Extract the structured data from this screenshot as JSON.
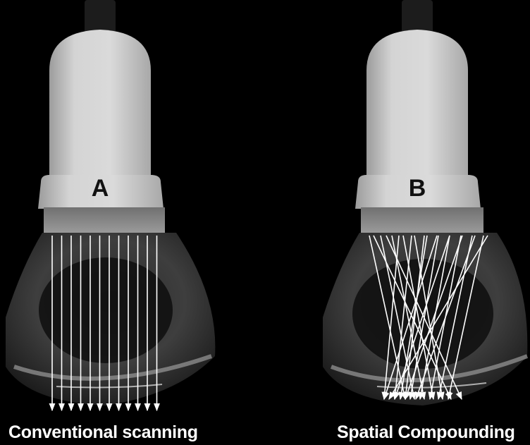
{
  "panels": [
    {
      "letter": "A",
      "caption": "Conventional scanning",
      "beam_mode": "parallel"
    },
    {
      "letter": "B",
      "caption": "Spatial Compounding",
      "beam_mode": "crossed"
    }
  ],
  "colors": {
    "background": "#000000",
    "probe_body": "#d6d6d6",
    "probe_face": "#8a8a8a",
    "cable": "#1c1c1c",
    "beam": "#ffffff",
    "text": "#ffffff"
  }
}
